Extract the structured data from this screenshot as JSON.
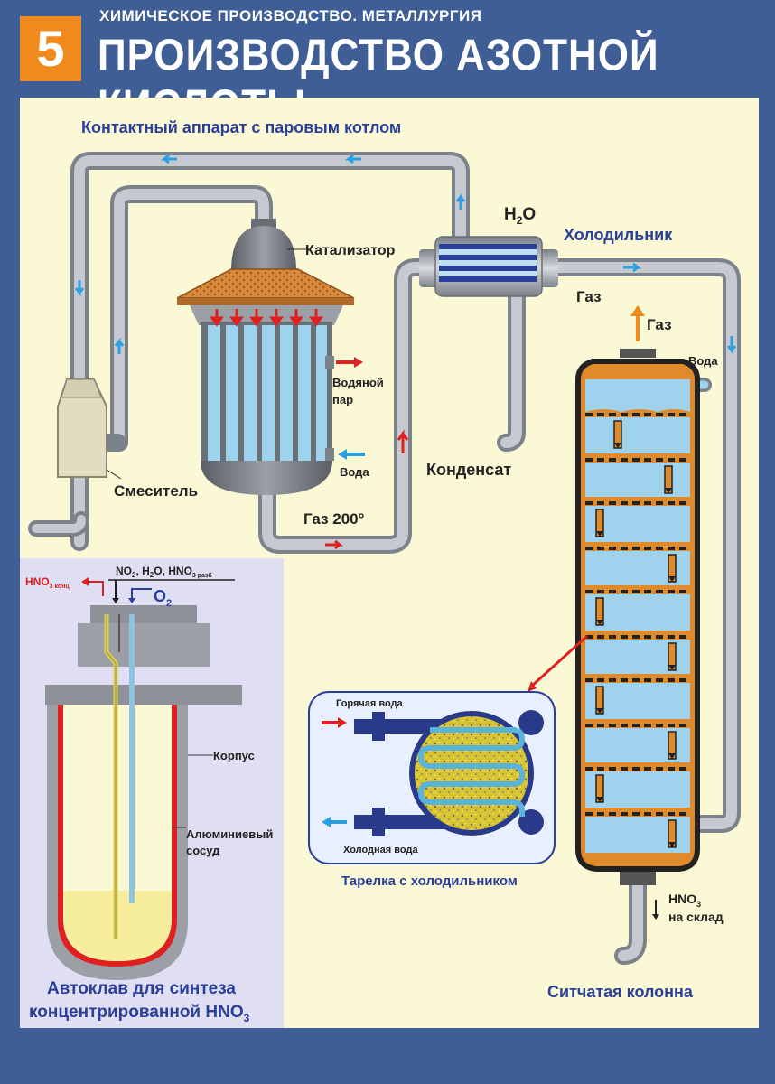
{
  "header": {
    "number": "5",
    "subtitle": "ХИМИЧЕСКОЕ ПРОИЗВОДСТВО. МЕТАЛЛУРГИЯ",
    "title": "ПРОИЗВОДСТВО АЗОТНОЙ КИСЛОТЫ"
  },
  "labels": {
    "contact_apparatus": "Контактный аппарат с паровым котлом",
    "h2o_h": "H",
    "h2o_sub": "2",
    "h2o_o": "O",
    "cooler": "Холодильник",
    "gas_cooler": "Газ",
    "gas_top": "Газ",
    "water_column": "Вода",
    "catalyst": "Катализатор",
    "steam_1": "Водяной",
    "steam_2": "пар",
    "water_in": "Вода",
    "condensate": "Конденсат",
    "mixer": "Смеситель",
    "gas200": "Газ 200°",
    "hot_water": "Горячая вода",
    "cold_water": "Холодная вода",
    "plate_caption": "Тарелка с холодильником",
    "hno3_out_1": "HNO",
    "hno3_out_sub": "3",
    "hno3_out_2": "на склад",
    "column_caption": "Ситчатая колонна",
    "autoclave_in": "NO",
    "autoclave_in_sub1": "2",
    "autoclave_in_mid": ", H",
    "autoclave_in_sub2": "2",
    "autoclave_in_end": "O, HNO",
    "autoclave_in_sub3": "3 разб",
    "autoclave_out": "HNO",
    "autoclave_out_sub": "3 конц",
    "o2": "O",
    "o2_sub": "2",
    "body": "Корпус",
    "al_vessel_1": "Алюминиевый",
    "al_vessel_2": "сосуд",
    "autoclave_caption_1": "Автоклав для синтеза",
    "autoclave_caption_2": "концентрированной HNO",
    "autoclave_caption_sub": "3"
  },
  "colors": {
    "label_blue": "#2a3f9a",
    "pipe": "#aab0b8",
    "water": "#9fd2ec",
    "orange": "#e08a2a",
    "red_arrow": "#e02020",
    "blue_arrow": "#2aa0e0"
  }
}
